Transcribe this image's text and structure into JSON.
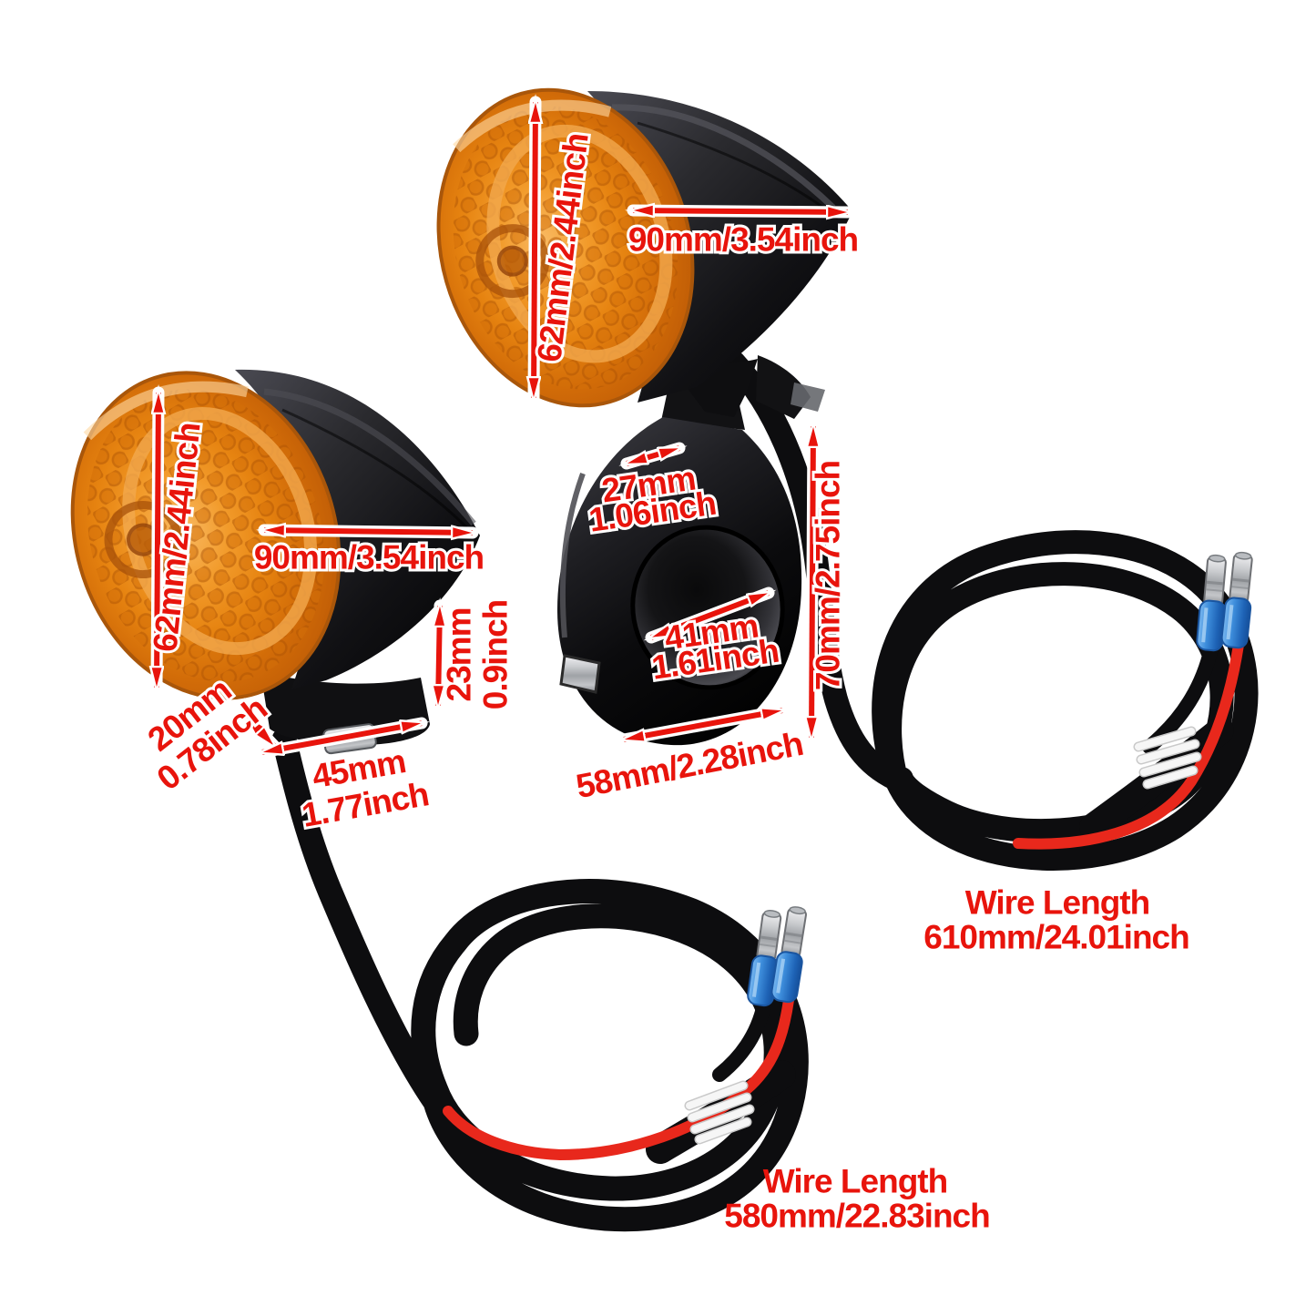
{
  "description": "Product dimension diagram of two black bullet motorcycle turn signal lights with amber lenses, handlebar mount clamp and wiring",
  "annotation": {
    "color": "#e8140c",
    "outline_color": "#ffffff"
  },
  "lights": {
    "top": {
      "height": "62mm/2.44inch",
      "width": "90mm/3.54inch"
    },
    "front": {
      "height": "62mm/2.44inch",
      "width": "90mm/3.54inch",
      "stud": {
        "line1": "20mm",
        "line2": "0.78inch"
      },
      "base_width": {
        "line1": "45mm",
        "line2": "1.77inch"
      },
      "base_height": {
        "line1": "23mm",
        "line2": "0.9inch"
      }
    }
  },
  "clamp": {
    "top_width": {
      "line1": "27mm",
      "line2": "1.06inch"
    },
    "inner_diameter": {
      "line1": "41mm",
      "line2": "1.61inch"
    },
    "height": "70mm/2.75inch",
    "bottom_width": "58mm/2.28inch"
  },
  "wires": {
    "top": {
      "label": "Wire Length",
      "value": "610mm/24.01inch"
    },
    "bottom": {
      "label": "Wire Length",
      "value": "580mm/22.83inch"
    }
  },
  "colors": {
    "lens_amber": "#e98a18",
    "lens_amber_dark": "#c05e08",
    "housing_black": "#141416",
    "wire_black": "#0d0d0f",
    "wire_red": "#e8281c",
    "connector_blue": "#2e7fd4",
    "connector_metal": "#c9cbce",
    "wrap_white": "#f2f2f2",
    "background": "#ffffff"
  }
}
